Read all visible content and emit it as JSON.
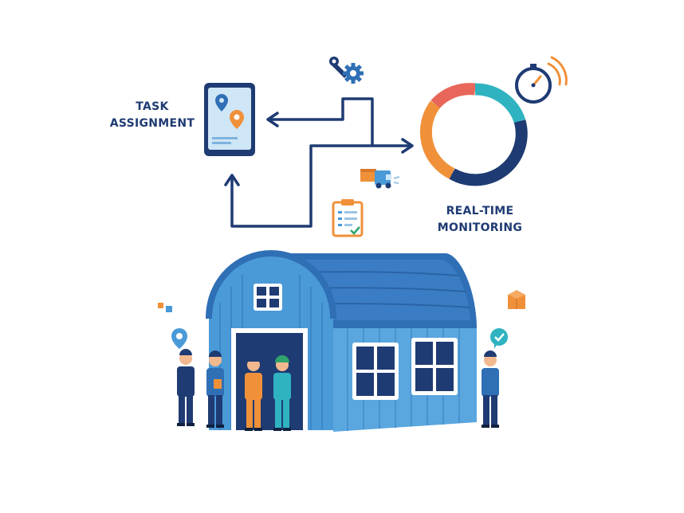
{
  "labels": {
    "task_assignment_line1": "TASK",
    "task_assignment_line2": "ASSIGNMENT",
    "realtime_line1": "REAL-TIME",
    "realtime_line2": "MONITORING"
  },
  "colors": {
    "navy": "#1f3b73",
    "blue": "#2f6fb5",
    "light_blue": "#4a9ad8",
    "sky": "#6fb7ea",
    "orange": "#f0913a",
    "coral": "#e8675a",
    "teal": "#2fb3c0",
    "green": "#2fa36b"
  },
  "icons": {
    "tablet": "tablet-map-icon",
    "gear": "wrench-gear-icon",
    "stopwatch": "stopwatch-icon",
    "truck": "delivery-truck-icon",
    "clipboard": "clipboard-checklist-icon",
    "barn": "warehouse-barn-icon"
  }
}
